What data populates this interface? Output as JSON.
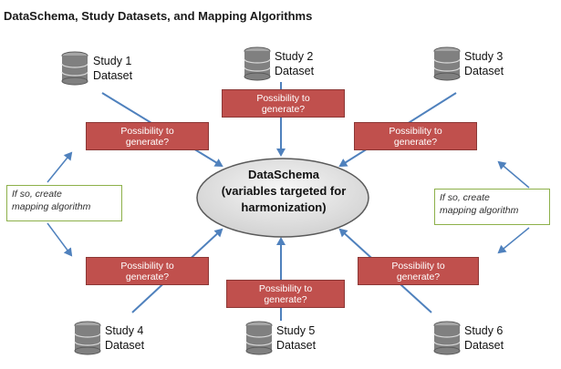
{
  "title": "DataSchema, Study Datasets, and Mapping Algorithms",
  "center": {
    "lines": [
      "DataSchema",
      "(variables targeted for",
      "harmonization)"
    ]
  },
  "studies": [
    {
      "line1": "Study 1",
      "line2": "Dataset"
    },
    {
      "line1": "Study 2",
      "line2": "Dataset"
    },
    {
      "line1": "Study 3",
      "line2": "Dataset"
    },
    {
      "line1": "Study 4",
      "line2": "Dataset"
    },
    {
      "line1": "Study 5",
      "line2": "Dataset"
    },
    {
      "line1": "Study 6",
      "line2": "Dataset"
    }
  ],
  "generate_boxes": [
    {
      "line1": "Possibility to",
      "line2": "generate?"
    },
    {
      "line1": "Possibility to",
      "line2": "generate?"
    },
    {
      "line1": "Possibility to",
      "line2": "generate?"
    },
    {
      "line1": "Possibility to",
      "line2": "generate?"
    },
    {
      "line1": "Possibility to",
      "line2": "generate?"
    },
    {
      "line1": "Possibility to",
      "line2": "generate?"
    }
  ],
  "mapping_notes": [
    {
      "line1": "If so, create",
      "line2": "mapping algorithm"
    },
    {
      "line1": "If so, create",
      "line2": "mapping algorithm"
    }
  ],
  "colors": {
    "arrow": "#4f81bd",
    "generate_fill": "#c0504d",
    "mapping_border": "#8db04a",
    "ellipse_fill": "#e6e6e6",
    "database": "#7f7f7f"
  },
  "icons": {
    "study": "database-icon"
  }
}
